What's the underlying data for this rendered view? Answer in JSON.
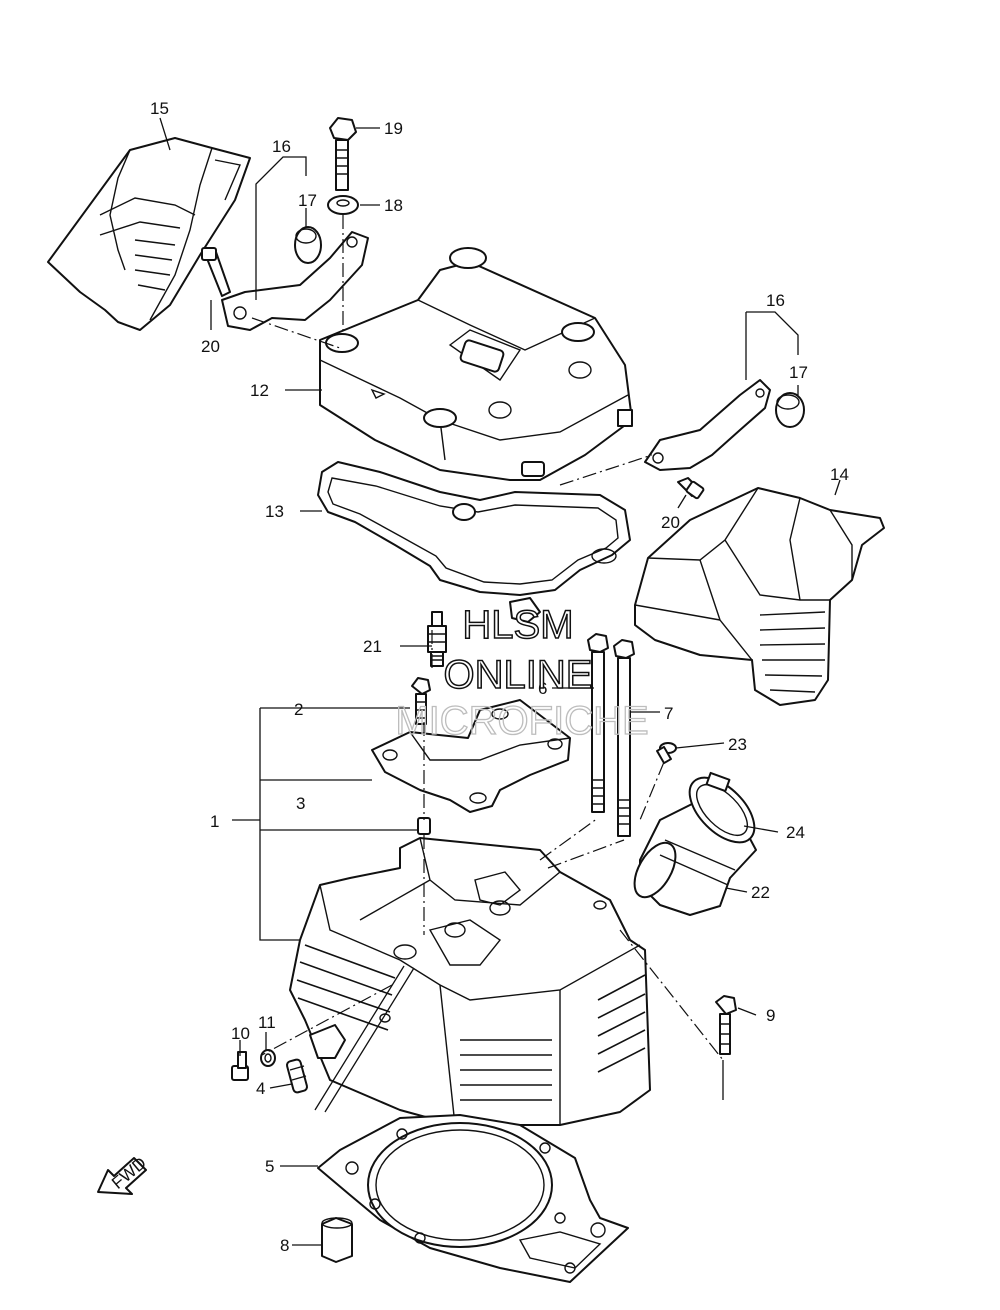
{
  "callouts": {
    "c1": "1",
    "c2": "2",
    "c3": "3",
    "c4": "4",
    "c5": "5",
    "c6": "6",
    "c7": "7",
    "c8": "8",
    "c9": "9",
    "c10": "10",
    "c11": "11",
    "c12": "12",
    "c13": "13",
    "c14": "14",
    "c15": "15",
    "c16a": "16",
    "c16b": "16",
    "c17a": "17",
    "c17b": "17",
    "c18": "18",
    "c19": "19",
    "c20a": "20",
    "c20b": "20",
    "c21": "21",
    "c22": "22",
    "c23": "23",
    "c24": "24"
  },
  "watermark": {
    "line1": "HLSM",
    "line2": "ONLINE",
    "line3": "MICROFICHE"
  },
  "fwd_label": "FWD"
}
